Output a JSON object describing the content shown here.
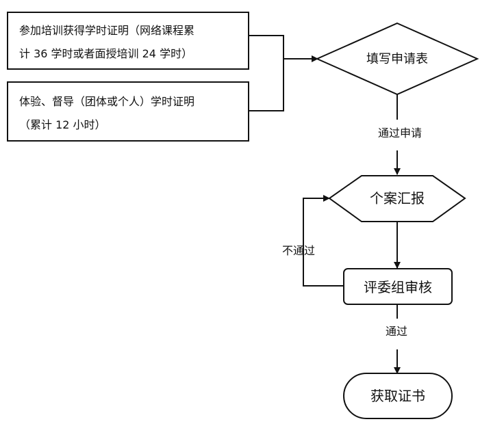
{
  "nodes": {
    "cert_training": {
      "line1": "参加培训获得学时证明（网络课程累",
      "line2": "计 36 学时或者面授培训 24 学时）"
    },
    "cert_supervision": {
      "line1": "体验、督导（团体或个人）学时证明",
      "line2": "（累计 12 小时）"
    },
    "fill_form": "填写申请表",
    "case_report": "个案汇报",
    "committee_review": "评委组审核",
    "get_certificate": "获取证书"
  },
  "edges": {
    "pass_application": "通过申请",
    "not_passed": "不通过",
    "passed": "通过"
  },
  "colors": {
    "stroke": "#111111",
    "fill": "#ffffff",
    "text": "#111111"
  }
}
